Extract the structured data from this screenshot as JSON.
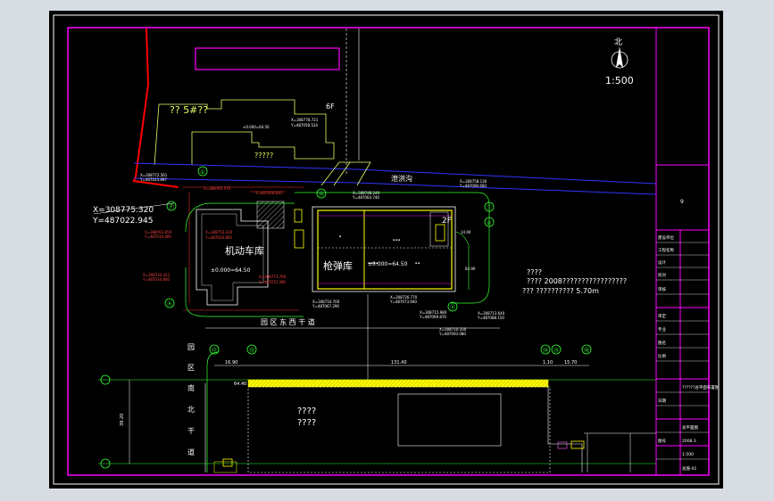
{
  "title_block": {
    "north_label": "北",
    "scale": "1:500",
    "sheet_no": "9",
    "rows": [
      "建设单位",
      "工程名称",
      "设计",
      "校对",
      "审核",
      "审定",
      "专业",
      "图名",
      "比例",
      "日期",
      "图号"
    ],
    "project": "??????总平面布置图",
    "drawing": "总平面图",
    "scale_val": "1:500",
    "date": "2008.3",
    "code": "总施-01"
  },
  "grid_circles": [
    "①",
    "Ⓟ",
    "Ⓐ",
    "Ⓗ",
    "Ⓘ",
    "④",
    "⑪",
    "⑫",
    "⑬",
    "⑭",
    "⑮",
    "⑯"
  ],
  "labels": {
    "building_top": "?? 5#??",
    "storeys": "6F",
    "canal": "泄洪沟",
    "car_garage": "机动车库",
    "gun_store": "枪弹库",
    "coord_big_x": "X=308775.320",
    "coord_big_y": "Y=487022.945",
    "elev_1": "±0.000=64.50",
    "elev_2": "±0.000=64.50",
    "elev_top": "±0.000=64.50",
    "coord_a1": "X=308778.721",
    "coord_a2": "Y=487058.524",
    "coord_b1": "X=308772.561",
    "coord_b2": "Y=487023.897",
    "storeys_2": "2F",
    "note_1": "????",
    "note_2": "????  2008?????????????????",
    "note_3": "??? ??????????    5.70m",
    "road_ew": "园    区    东    西    干    道",
    "road_ns": "园区南北干道",
    "dim_1": "16.90",
    "dim_2": "131.40",
    "dim_3": "1.10",
    "dim_4": "15.70",
    "dim_5": "39.20",
    "dim_6": "64.40",
    "dim_7": "14.00",
    "dim_8": "64.90",
    "lower_building": "????",
    "lower_building_2": "????"
  }
}
